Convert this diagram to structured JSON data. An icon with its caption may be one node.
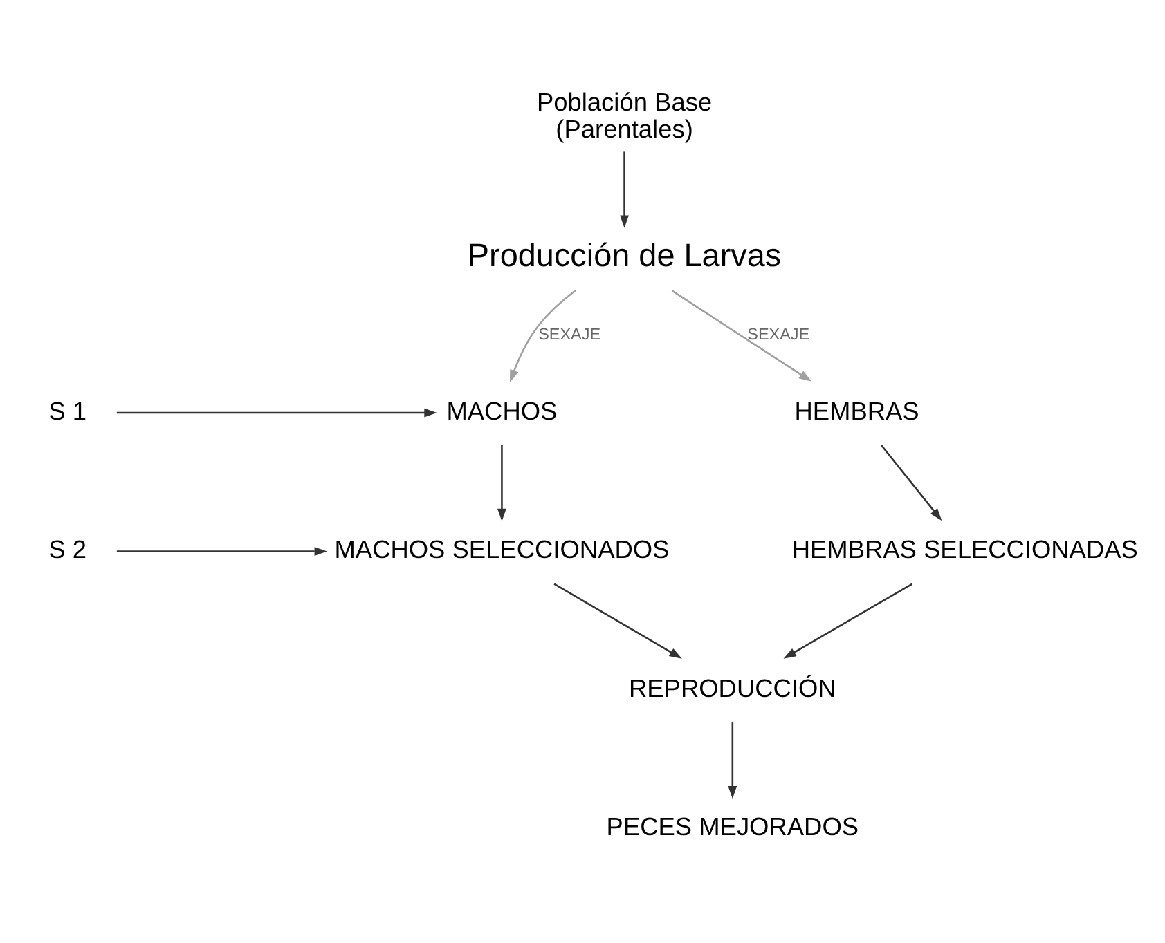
{
  "diagram": {
    "nodes": [
      {
        "text": [
          "Población Base (Parentales)"
        ]
      },
      {
        "text": [
          "Producción de Larvas"
        ]
      },
      {
        "text": [
          "MACHOS"
        ]
      },
      {
        "text": [
          "HEMBRAS"
        ]
      },
      {
        "text": [
          "MACHOS SELECCIONADOS"
        ]
      },
      {
        "text": [
          "HEMBRAS SELECCIONADAS"
        ]
      },
      {
        "text": [
          "REPRODUCCIÓN"
        ]
      },
      {
        "text": [
          "PECES MEJORADOS"
        ]
      },
      {
        "text": [
          "S 1"
        ]
      },
      {
        "text": [
          "S 2"
        ]
      }
    ],
    "edges": [
      {
        "from": 0,
        "to": 1,
        "arrow": "to"
      },
      {
        "from": 1,
        "to": 2,
        "arrow": "to",
        "label": "SEXAJE",
        "color": "#a0a0a0"
      },
      {
        "from": 1,
        "to": 3,
        "arrow": "to",
        "label": "SEXAJE",
        "color": "#a0a0a0"
      },
      {
        "from": 8,
        "to": 2,
        "arrow": "to"
      },
      {
        "from": 2,
        "to": 4,
        "arrow": "to"
      },
      {
        "from": 3,
        "to": 5,
        "arrow": "to"
      },
      {
        "from": 9,
        "to": 4,
        "arrow": "to"
      },
      {
        "from": 4,
        "to": 6,
        "arrow": "to"
      },
      {
        "from": 5,
        "to": 6,
        "arrow": "to"
      },
      {
        "from": 6,
        "to": 7,
        "arrow": "to"
      }
    ]
  }
}
